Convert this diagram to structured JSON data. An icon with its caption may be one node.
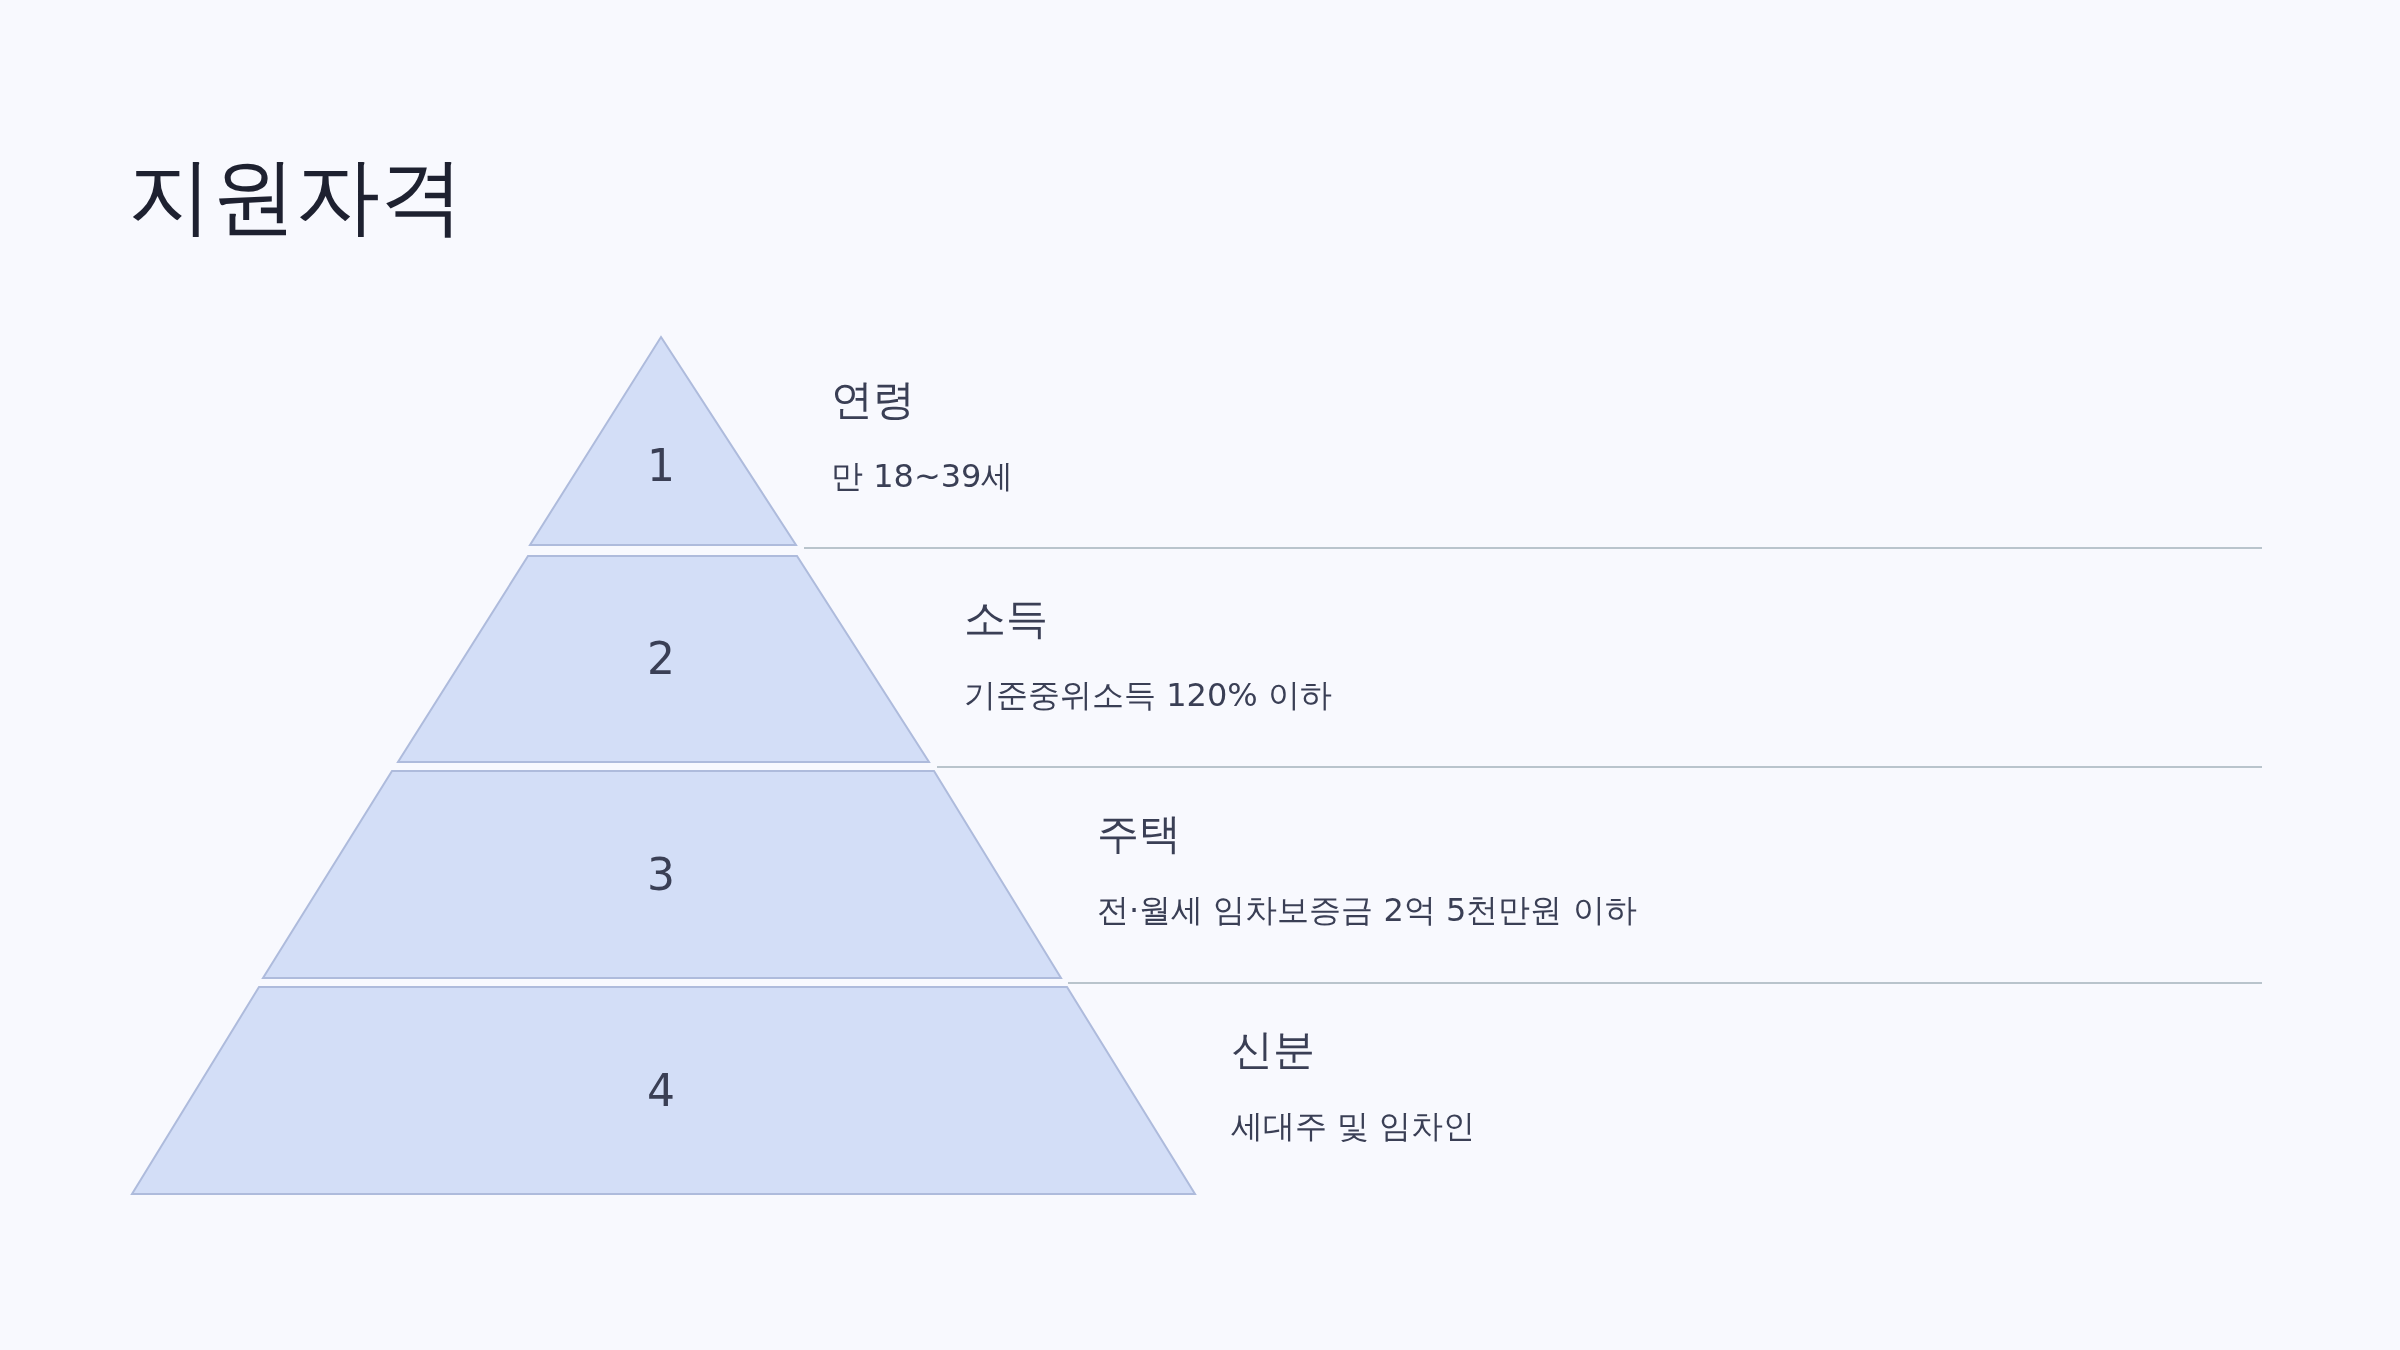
{
  "diagram": {
    "title": "지원자격",
    "nodes": [
      {
        "text": [
          "1"
        ],
        "beside": [
          "연령",
          "만 18~39세"
        ]
      },
      {
        "text": [
          "2"
        ],
        "beside": [
          "소득",
          "기준중위소득 120% 이하"
        ]
      },
      {
        "text": [
          "3"
        ],
        "beside": [
          "주택",
          "전·월세 임차보증금 2억 5천만원 이하"
        ]
      },
      {
        "text": [
          "4"
        ],
        "beside": [
          "신분",
          "세대주 및 임차인"
        ]
      }
    ]
  }
}
